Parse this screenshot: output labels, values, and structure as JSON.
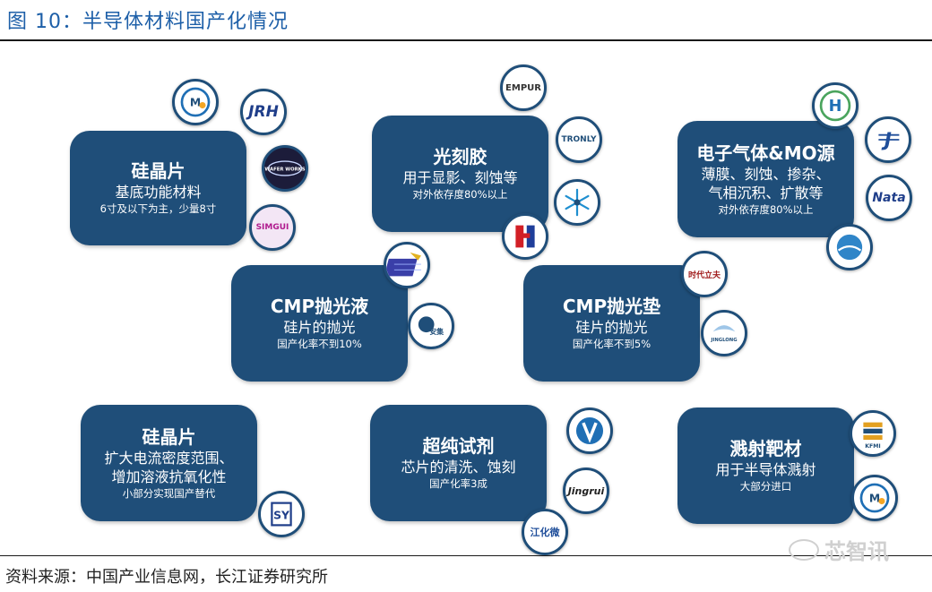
{
  "title": "图 10：半导体材料国产化情况",
  "source": "资料来源：中国产业信息网，长江证券研究所",
  "watermark": "芯智讯",
  "cards": [
    {
      "heading": "硅晶片",
      "sub": [
        "基底功能材料"
      ],
      "note": "6寸及以下为主，少量8寸"
    },
    {
      "heading": "光刻胶",
      "sub": [
        "用于显影、刻蚀等"
      ],
      "note": "对外依存度80%以上"
    },
    {
      "heading": "电子气体&MO源",
      "sub": [
        "薄膜、刻蚀、掺杂、",
        "气相沉积、扩散等"
      ],
      "note": "对外依存度80%以上"
    },
    {
      "heading": "CMP抛光液",
      "sub": [
        "硅片的抛光"
      ],
      "note": "国产化率不到10%"
    },
    {
      "heading": "CMP抛光垫",
      "sub": [
        "硅片的抛光"
      ],
      "note": "国产化率不到5%"
    },
    {
      "heading": "硅晶片",
      "sub": [
        "扩大电流密度范围、",
        "增加溶液抗氧化性"
      ],
      "note": "小部分实现国产替代"
    },
    {
      "heading": "超纯试剂",
      "sub": [
        "芯片的清洗、蚀刻"
      ],
      "note": "国产化率3成"
    },
    {
      "heading": "溅射靶材",
      "sub": [
        "用于半导体溅射"
      ],
      "note": "大部分进口"
    }
  ],
  "logos": {
    "jrh": "JRH",
    "wafer_works": "WAFER WORKS",
    "simgui": "SIMGUI",
    "empur": "EMPUR",
    "tronly": "TRONLY",
    "nata": "Nata",
    "shidai": "时代立夫",
    "anji": "安集",
    "jinglong": "JINGLONG",
    "jingrui": "Jingrui",
    "jiangh": "江化微",
    "kfmi": "KFMI"
  },
  "colors": {
    "card": "#1f4e79",
    "title": "#1d5fa8"
  }
}
